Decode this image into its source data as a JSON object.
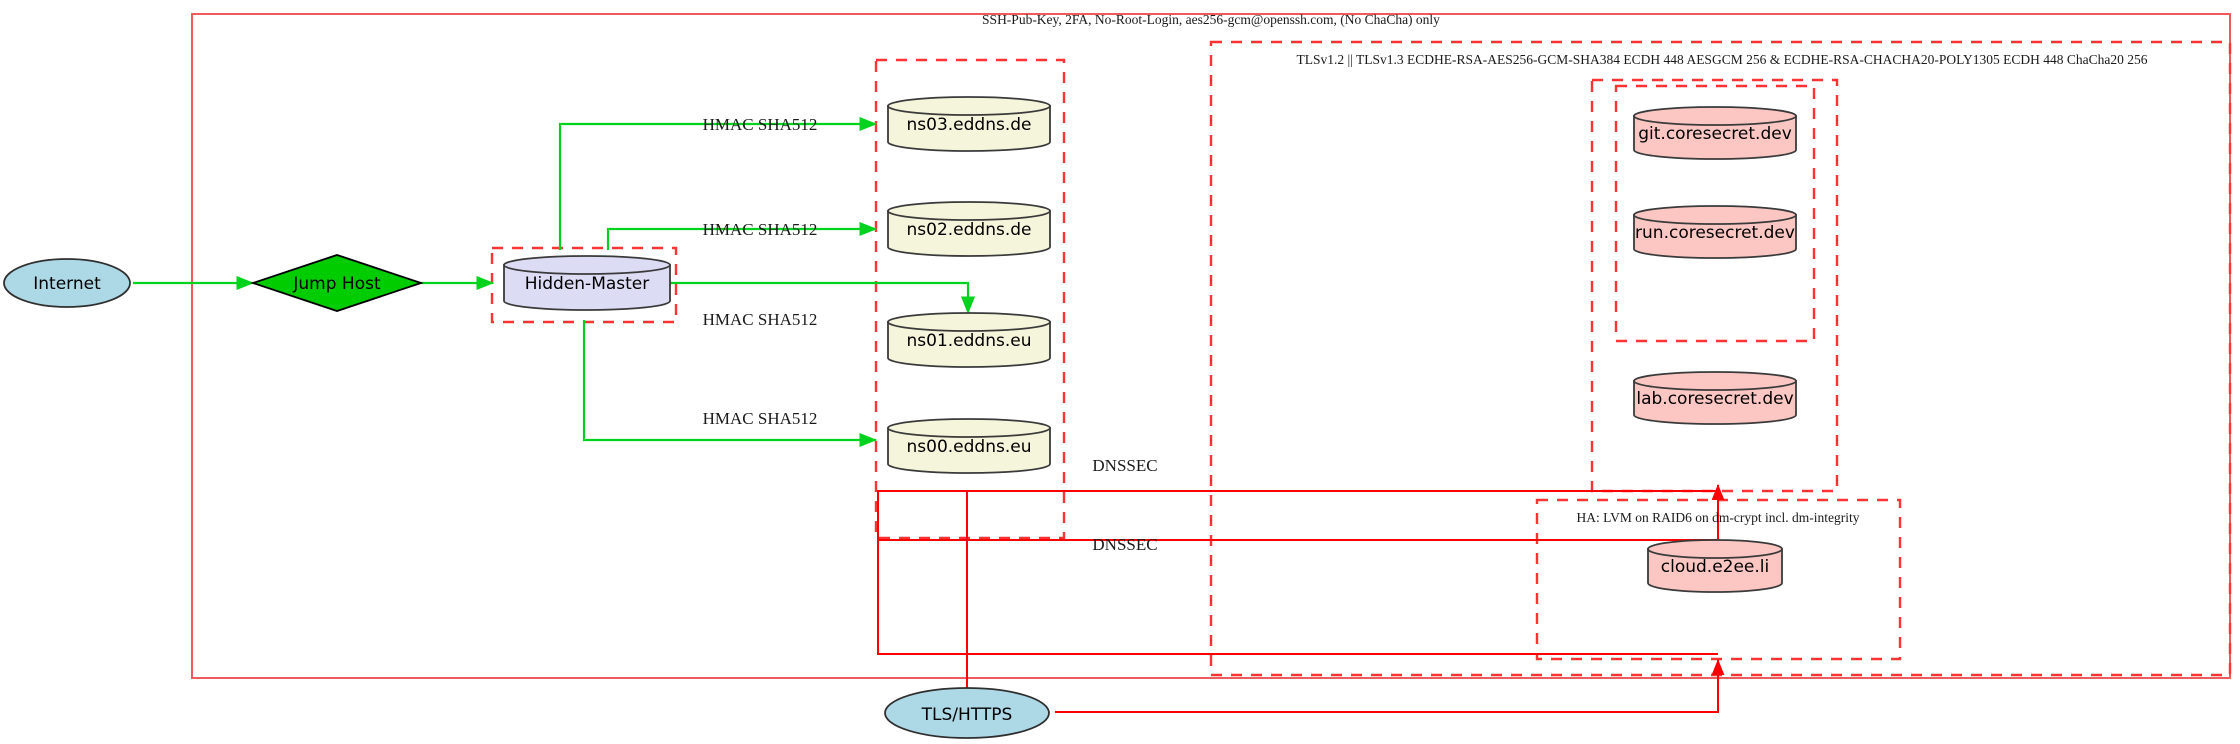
{
  "diagram": {
    "title_labels": {
      "outer_security": "SSH-Pub-Key, 2FA, No-Root-Login, aes256-gcm@openssh.com, (No ChaCha) only",
      "tls_cluster": "TLSv1.2 || TLSv1.3 ECDHE-RSA-AES256-GCM-SHA384 ECDH 448 AESGCM 256 & ECDHE-RSA-CHACHA20-POLY1305 ECDH 448 ChaCha20 256",
      "ha_cluster": "HA: LVM on RAID6 on dm-crypt incl. dm-integrity"
    },
    "nodes": {
      "internet": "Internet",
      "jump_host": "Jump Host",
      "hidden_master": "Hidden-Master",
      "ns03": "ns03.eddns.de",
      "ns02": "ns02.eddns.de",
      "ns01": "ns01.eddns.eu",
      "ns00": "ns00.eddns.eu",
      "git": "git.coresecret.dev",
      "run": "run.coresecret.dev",
      "lab": "lab.coresecret.dev",
      "cloud": "cloud.e2ee.li",
      "tls_https": "TLS/HTTPS"
    },
    "edge_labels": {
      "hmac_ns03": "HMAC SHA512",
      "hmac_ns02": "HMAC SHA512",
      "hmac_ns01": "HMAC SHA512",
      "hmac_ns00": "HMAC SHA512",
      "dnssec_upper": "DNSSEC",
      "dnssec_lower": "DNSSEC"
    },
    "colors": {
      "internet_fill": "#add8e6",
      "jump_host_fill": "#00cc00",
      "hidden_master_fill": "#dcdcf5",
      "ns_fill": "#f5f5dc",
      "coresecret_fill": "#fcc7c3",
      "tls_https_fill": "#add8e6",
      "green_edge": "#00d21e",
      "red_edge": "#ff0000",
      "cluster_border": "#ff3333",
      "outer_border": "#f05a5a",
      "node_stroke": "#3a3a3a"
    }
  }
}
